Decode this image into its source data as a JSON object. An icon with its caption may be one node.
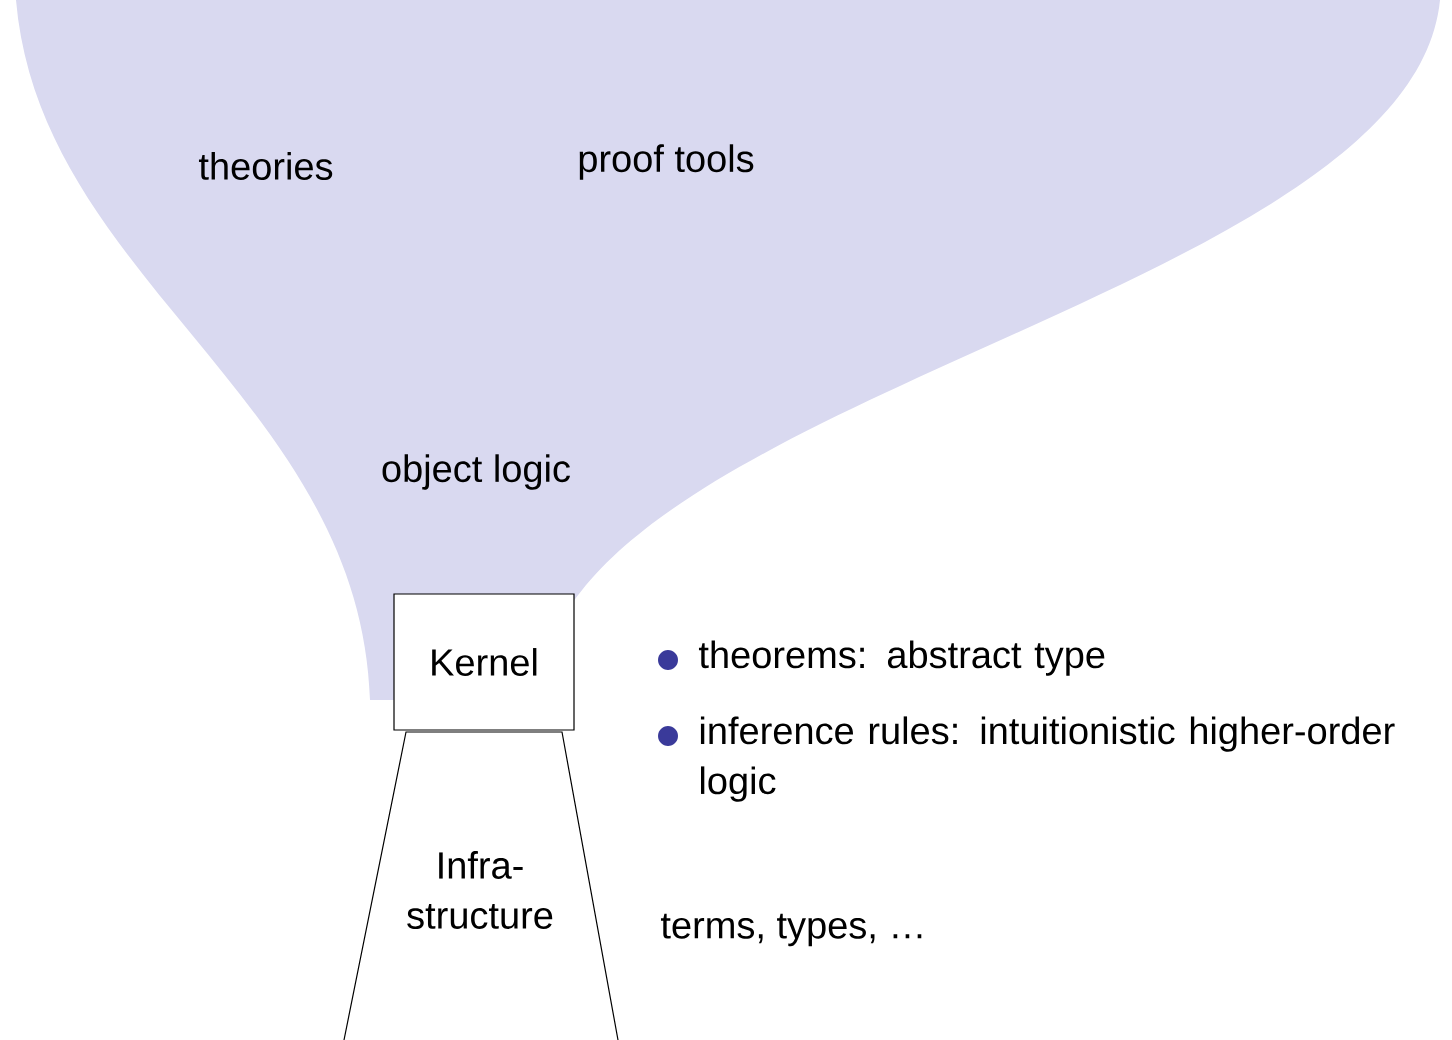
{
  "diagram": {
    "nodes": [
      {
        "text": [
          "theories",
          "proof tools",
          "object logic"
        ]
      },
      {
        "text": [
          "Kernel"
        ]
      },
      {
        "text": [
          "Infra- structure"
        ]
      }
    ],
    "edges": [],
    "labels": [
      "theorems: abstract type",
      "inference rules: intuitionistic higher-order logic",
      "terms, types, …"
    ]
  }
}
